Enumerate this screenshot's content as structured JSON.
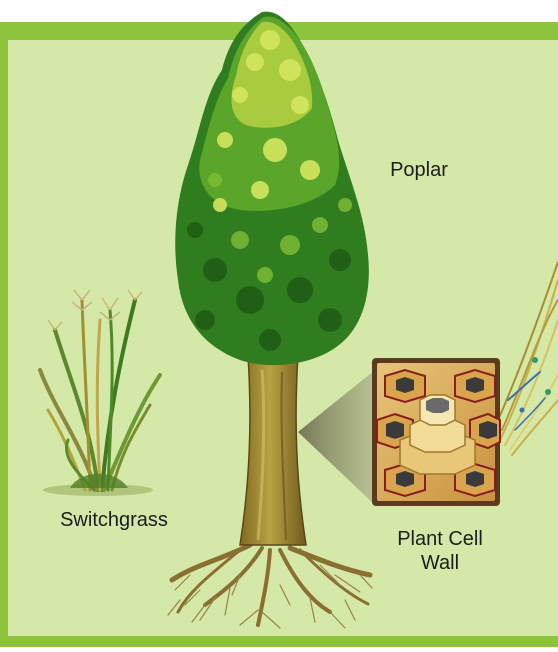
{
  "labels": {
    "poplar": "Poplar",
    "switchgrass": "Switchgrass",
    "cell_wall_line1": "Plant Cell",
    "cell_wall_line2": "Wall"
  },
  "colors": {
    "panel": "#d4e8a8",
    "frame": "#8cc43e",
    "leaf_dark": "#2f7d1f",
    "leaf_mid": "#5aa52a",
    "leaf_light": "#c5dd52",
    "trunk": "#a88f36",
    "cell_frame": "#5b3a1f"
  },
  "icons": [
    "poplar-tree-icon",
    "switchgrass-icon",
    "cell-wall-inset",
    "fiber-bundle-icon"
  ]
}
